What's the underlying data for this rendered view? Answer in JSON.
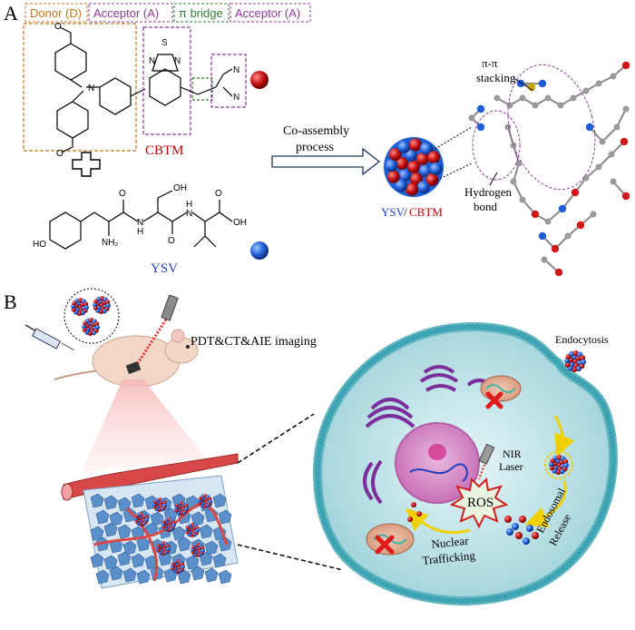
{
  "panel_a": {
    "panel_label": "A",
    "legend": {
      "donor": "Donor (D)",
      "acceptor_1": "Acceptor (A)",
      "pi_bridge": "π bridge",
      "acceptor_2": "Acceptor (A)"
    },
    "cbtm_label": "CBTM",
    "ysv_label": "YSV",
    "co_assembly": "Co-assembly",
    "process": "process",
    "nano_ysv": "YSV",
    "nano_slash": "/",
    "nano_cbtm": "CBTM",
    "pi_pi": "π-π",
    "stacking": "stacking",
    "hydrogen": "Hydrogen",
    "bond": "bond",
    "atoms": {
      "S": "S",
      "N1": "N",
      "N2": "N",
      "N3": "N",
      "N4": "N",
      "N5": "N",
      "O1": "O",
      "O2": "O",
      "OH1": "OH",
      "OH2": "OH",
      "HO": "HO",
      "NH2": "NH₂",
      "Nh1": "N",
      "Nh2": "N",
      "H1": "H",
      "H2": "H",
      "O3": "O",
      "O4": "O",
      "O5": "O"
    },
    "colors": {
      "cbtm": "#c00000",
      "ysv": "#1f3fbf",
      "donor_box": "#c8761e",
      "acceptor_box": "#8b3a96",
      "bridge_box": "#2e7d32"
    }
  },
  "panel_b": {
    "panel_label": "B",
    "imaging": "PDT&CT&AIE imaging",
    "endocytosis": "Endocytosis",
    "nir": "NIR",
    "laser": "Laser",
    "ros": "ROS",
    "endosomal": "Endosomal",
    "release": "Release",
    "nuclear": "Nuclear",
    "trafficking": "Trafficking"
  }
}
